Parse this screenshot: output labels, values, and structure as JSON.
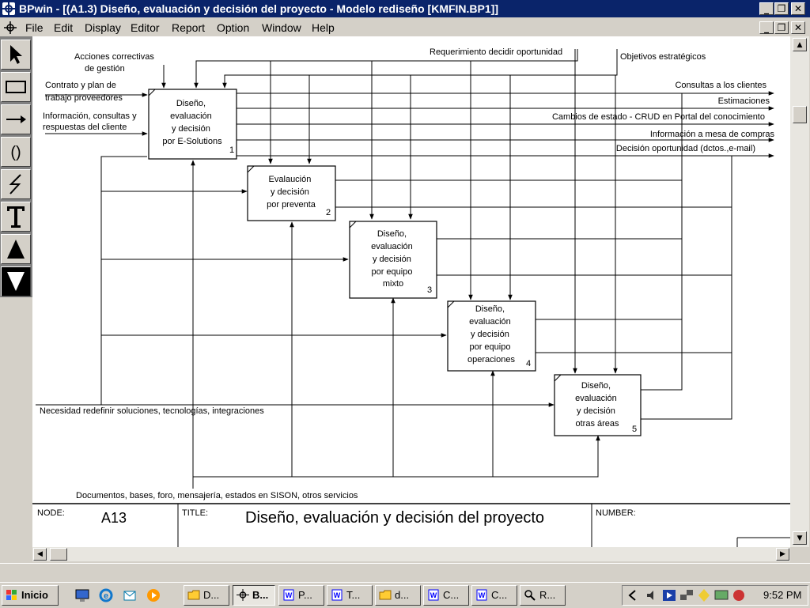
{
  "window": {
    "title": "BPwin - [(A1.3)  Diseño, evaluación y decisión del proyecto - Modelo rediseño  [KMFIN.BP1]]",
    "controls": {
      "minimize": "_",
      "restore": "❐",
      "close": "✕"
    }
  },
  "menu": [
    "File",
    "Edit",
    "Display",
    "Editor",
    "Report",
    "Option",
    "Window",
    "Help"
  ],
  "tools": [
    "pointer-tool",
    "box-tool",
    "arrow-tool",
    "squiggle-tool",
    "tunnel-tool",
    "text-tool",
    "go-up-tool",
    "go-down-tool"
  ],
  "diagram": {
    "boxes": [
      {
        "lines": [
          "Diseño,",
          "evaluación",
          "y decisión",
          "por E-Solutions"
        ],
        "number": "1"
      },
      {
        "lines": [
          "Evalaución",
          "y decisión",
          "por preventa"
        ],
        "number": "2"
      },
      {
        "lines": [
          "Diseño,",
          "evaluación",
          "y decisión",
          "por equipo",
          "mixto"
        ],
        "number": "3"
      },
      {
        "lines": [
          "Diseño,",
          "evaluación",
          "y decisión",
          "por equipo",
          "operaciones"
        ],
        "number": "4"
      },
      {
        "lines": [
          "Diseño,",
          "evaluación",
          "y decisión",
          "otras áreas"
        ],
        "number": "5"
      }
    ],
    "inputs": {
      "contrato": "Contrato y plan de trabajo proveedores",
      "contrato_l1": "Contrato y plan de",
      "contrato_l2": "trabajo proveedores",
      "info_l1": "Información, consultas y",
      "info_l2": "respuestas del cliente",
      "necesidad": "Necesidad redefinir soluciones, tecnologías, integraciones"
    },
    "controls": {
      "acciones_l1": "Acciones correctivas",
      "acciones_l2": "de gestión",
      "requerimiento": "Requerimiento decidir oportunidad",
      "objetivos": "Objetivos estratégicos"
    },
    "outputs": {
      "consultas": "Consultas a los clientes",
      "estimaciones": "Estimaciones",
      "cambios": "Cambios de estado - CRUD en Portal del conocimiento",
      "informacion": "Información a mesa de compras",
      "decision": "Decisión oportunidad (dctos.,e-mail)"
    },
    "mechanisms": {
      "documentos": "Documentos, bases, foro, mensajería, estados en SISON, otros servicios"
    }
  },
  "footer": {
    "node_label": "NODE:",
    "node_value": "A13",
    "title_label": "TITLE:",
    "title_value": "Diseño, evaluación y decisión del proyecto",
    "number_label": "NUMBER:"
  },
  "taskbar": {
    "start": "Inicio",
    "buttons": [
      "D...",
      "B...",
      "P...",
      "T...",
      "d...",
      "C...",
      "C...",
      "R..."
    ],
    "clock": "9:52 PM"
  }
}
